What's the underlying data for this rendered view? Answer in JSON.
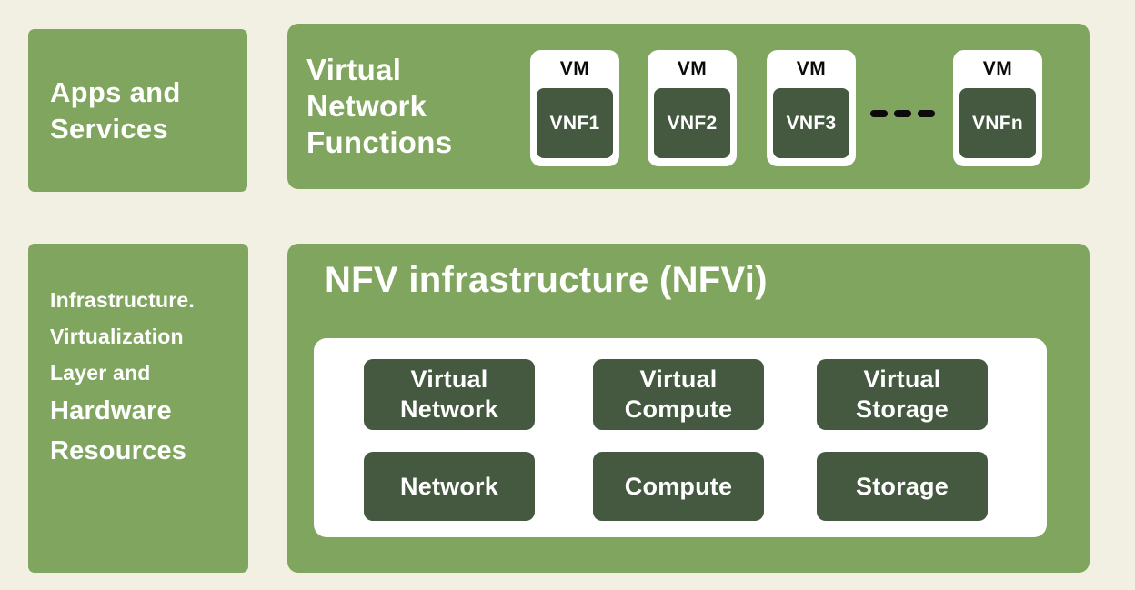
{
  "diagram": {
    "colors": {
      "background": "#f2f0e3",
      "green": "#80a55e",
      "dark_green": "#44593f",
      "white": "#ffffff",
      "text_dark": "#0b0b0b"
    },
    "apps_box": {
      "label": "Apps and\nServices"
    },
    "vnf_box": {
      "title": "Virtual\nNetwork\nFunctions",
      "vms": [
        {
          "type_label": "VM",
          "name": "VNF1"
        },
        {
          "type_label": "VM",
          "name": "VNF2"
        },
        {
          "type_label": "VM",
          "name": "VNF3"
        },
        {
          "type_label": "VM",
          "name": "VNFn"
        }
      ]
    },
    "infra_box": {
      "small_lines": "Infrastructure.\nVirtualization\nLayer and",
      "large_lines": "Hardware\nResources"
    },
    "nfvi_box": {
      "title": "NFV infrastructure (NFVi)",
      "virtual_resources": [
        {
          "label": "Virtual\nNetwork"
        },
        {
          "label": "Virtual\nCompute"
        },
        {
          "label": "Virtual\nStorage"
        }
      ],
      "hardware_resources": [
        {
          "label": "Network"
        },
        {
          "label": "Compute"
        },
        {
          "label": "Storage"
        }
      ]
    }
  }
}
